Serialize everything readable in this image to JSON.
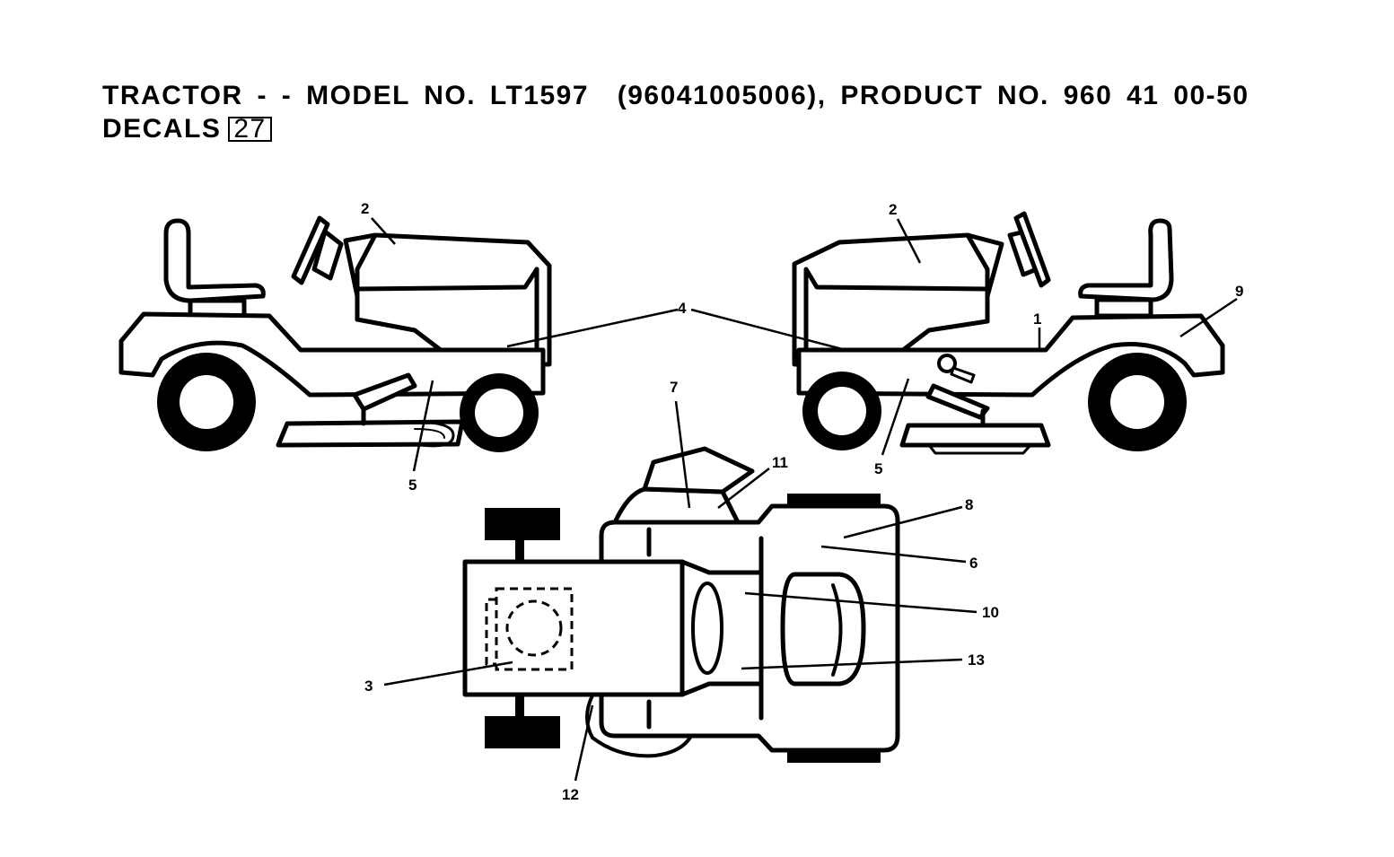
{
  "header": {
    "line1": "TRACTOR - - MODEL NO. LT1597  (96041005006), PRODUCT NO. 960 41 00-50",
    "line2_label": "DECALS",
    "line2_boxed": "27"
  },
  "callouts": {
    "c1": "1",
    "c2a": "2",
    "c2b": "2",
    "c3": "3",
    "c4": "4",
    "c5a": "5",
    "c5b": "5",
    "c6": "6",
    "c7": "7",
    "c8": "8",
    "c9": "9",
    "c10": "10",
    "c11": "11",
    "c12": "12",
    "c13": "13"
  }
}
